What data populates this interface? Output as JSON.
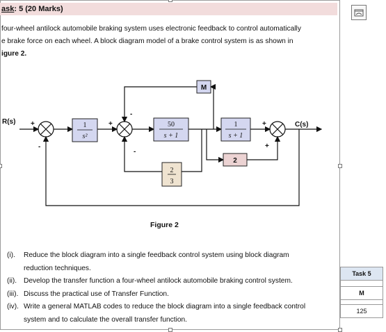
{
  "task": {
    "title_prefix": "ask",
    "title_rest": ": 5 (20 Marks)"
  },
  "intro": {
    "line1": "four-wheel antilock automobile braking system uses electronic feedback to control automatically",
    "line2": "e brake force on each wheel. A block diagram model of a brake control system is as shown in",
    "line3": "igure 2."
  },
  "diagram": {
    "input_label": "R(s)",
    "output_label": "C(s)",
    "block_1_over_s2": {
      "num": "1",
      "den": "s²"
    },
    "block_50": {
      "num": "50",
      "den": "s + 1"
    },
    "block_1_over_s1": {
      "num": "1",
      "den": "s + 1"
    },
    "block_M": "M",
    "block_2": "2",
    "block_2_3": {
      "num": "2",
      "den": "3"
    },
    "signs": {
      "s1_plus": "+",
      "s1_minus": "-",
      "s2_plus": "+",
      "s2_minus_top": "-",
      "s2_minus_bottom": "-",
      "s3_plus_left": "+",
      "s3_plus_bottom": "+"
    }
  },
  "caption": "Figure 2",
  "questions": [
    {
      "num": "(i).",
      "text": "Reduce the block diagram into a single feedback control system using block diagram"
    },
    {
      "num": "",
      "text": "reduction techniques."
    },
    {
      "num": "(ii).",
      "text": "Develop the transfer function a four-wheel antilock automobile braking control system."
    },
    {
      "num": "(iii).",
      "text": "Discuss the practical use of Transfer Function."
    },
    {
      "num": "(iv).",
      "text": "Write a general MATLAB codes to reduce the block diagram into a single feedback control"
    },
    {
      "num": "",
      "text": "system and to calculate the overall transfer function."
    }
  ],
  "side_table": {
    "header": "Task 5",
    "row1": "M",
    "row2": "125"
  }
}
